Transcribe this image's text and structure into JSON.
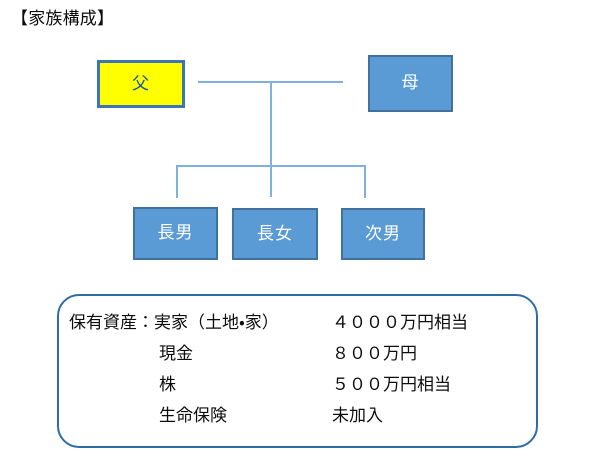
{
  "page": {
    "title": "【家族構成】",
    "background": "#ffffff"
  },
  "colors": {
    "father_fill": "#ffff00",
    "father_border": "#3a76b8",
    "father_text": "#1a56a0",
    "person_fill": "#5b9bd5",
    "person_border": "#41719c",
    "person_text": "#ffffff",
    "connector": "#7eb0e0",
    "panel_border": "#2e6da4",
    "text": "#0d0d0d"
  },
  "family_tree": {
    "parents": [
      {
        "id": "father",
        "label": "父",
        "style": "highlight"
      },
      {
        "id": "mother",
        "label": "母",
        "style": "normal"
      }
    ],
    "children": [
      {
        "id": "eldest-son",
        "label": "長男"
      },
      {
        "id": "eldest-daughter",
        "label": "長女"
      },
      {
        "id": "second-son",
        "label": "次男"
      }
    ]
  },
  "assets": {
    "heading_label": "保有資産：実家（土地・家）",
    "heading_value": "４０００万円相当",
    "rows": [
      {
        "label": "現金",
        "value": "８００万円"
      },
      {
        "label": "株",
        "value": "５００万円相当"
      },
      {
        "label": "生命保険",
        "value": "未加入"
      }
    ]
  }
}
